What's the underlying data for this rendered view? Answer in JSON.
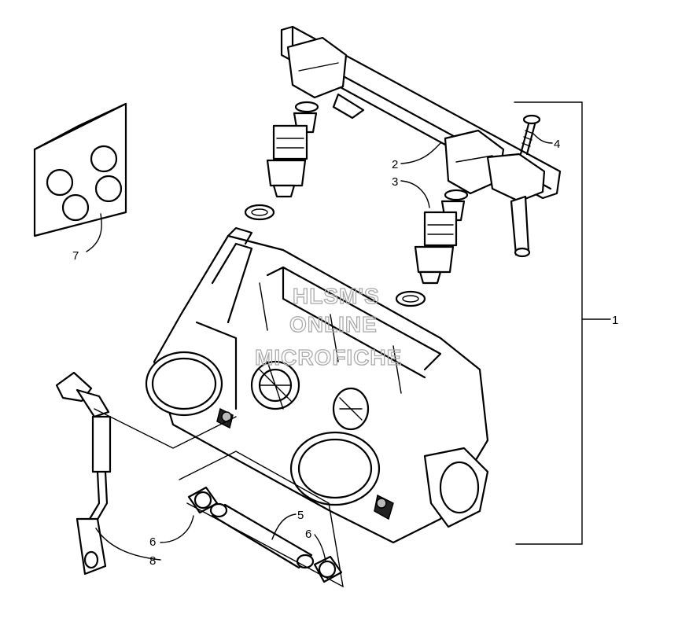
{
  "watermark": {
    "line1": "HLSM'S",
    "line2": "ONLINE",
    "line3": "MICROFICHE"
  },
  "callouts": {
    "c1": "1",
    "c2": "2",
    "c3": "3",
    "c4": "4",
    "c5": "5",
    "c6a": "6",
    "c6b": "6",
    "c7": "7",
    "c8": "8"
  }
}
